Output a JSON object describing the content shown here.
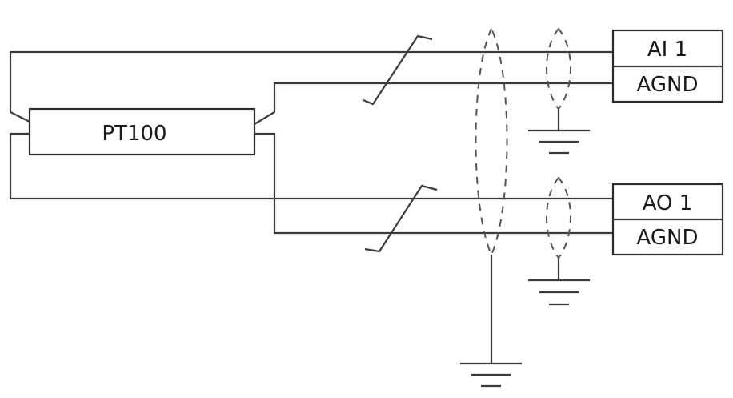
{
  "sensor": {
    "label": "PT100"
  },
  "terminals": {
    "input": {
      "signal": "AI 1",
      "ground": "AGND"
    },
    "output": {
      "signal": "AO 1",
      "ground": "AGND"
    }
  },
  "colors": {
    "line": "#3a3a3a",
    "box_border": "#2b2b2b",
    "text": "#1a1a1a",
    "background": "#ffffff"
  }
}
